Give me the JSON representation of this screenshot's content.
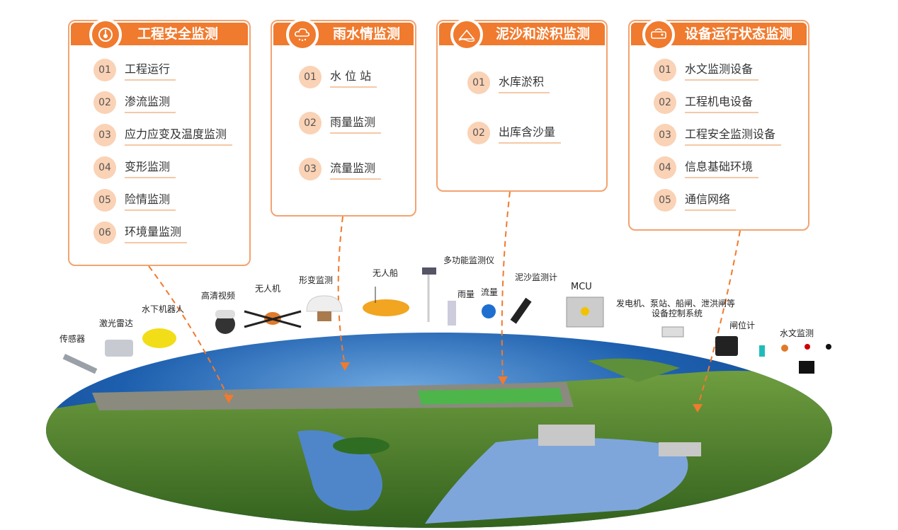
{
  "cards": [
    {
      "title": "工程安全监测",
      "icon": "gauge-icon",
      "items": [
        {
          "n": "01",
          "t": "工程运行"
        },
        {
          "n": "02",
          "t": "渗流监测"
        },
        {
          "n": "03",
          "t": "应力应变及温度监测"
        },
        {
          "n": "04",
          "t": "变形监测"
        },
        {
          "n": "05",
          "t": "险情监测"
        },
        {
          "n": "06",
          "t": "环境量监测"
        }
      ]
    },
    {
      "title": "雨水情监测",
      "icon": "rain-cloud-icon",
      "items": [
        {
          "n": "01",
          "t": "水 位 站"
        },
        {
          "n": "02",
          "t": "雨量监测"
        },
        {
          "n": "03",
          "t": "流量监测"
        }
      ]
    },
    {
      "title": "泥沙和淤积监测",
      "icon": "sediment-icon",
      "items": [
        {
          "n": "01",
          "t": "水库淤积"
        },
        {
          "n": "02",
          "t": "出库含沙量"
        }
      ]
    },
    {
      "title": "设备运行状态监测",
      "icon": "device-icon",
      "items": [
        {
          "n": "01",
          "t": "水文监测设备"
        },
        {
          "n": "02",
          "t": "工程机电设备"
        },
        {
          "n": "03",
          "t": "工程安全监测设备"
        },
        {
          "n": "04",
          "t": "信息基础环境"
        },
        {
          "n": "05",
          "t": "通信网络"
        }
      ]
    }
  ],
  "devices": {
    "sensor": "传感器",
    "lidar": "激光雷达",
    "robot": "水下机器人",
    "video": "高清视频",
    "drone": "无人机",
    "deform": "形变监测",
    "boat": "无人船",
    "multi": "多功能监测仪",
    "rain": "雨量",
    "flow": "流量",
    "sediment": "泥沙监测计",
    "mcu": "MCU",
    "control1": "发电机、泵站、船闸、泄洪闸等",
    "control2": "设备控制系统",
    "gate": "闸位计",
    "hydro": "水文监测"
  },
  "colors": {
    "accent": "#f07a2e",
    "light": "#fad2b5",
    "water": "#1d5fae",
    "land": "#4f8a2e"
  }
}
